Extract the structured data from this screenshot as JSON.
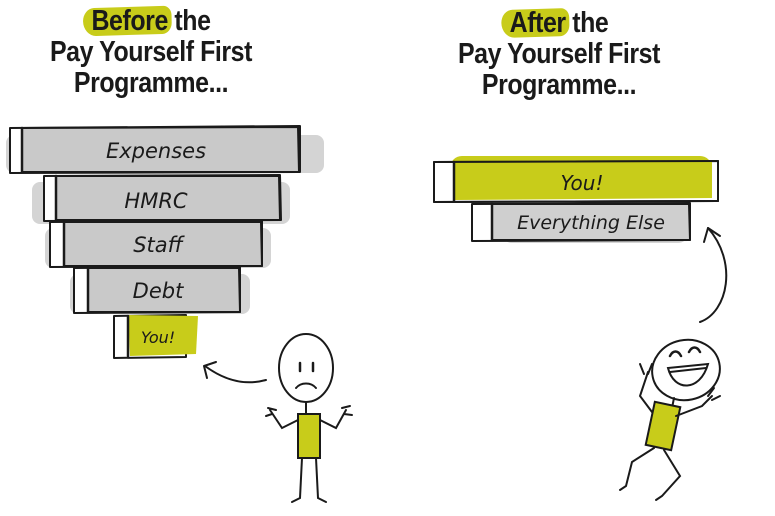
{
  "before": {
    "title_highlight": "Before",
    "title_rest": " the",
    "title_line2": "Pay Yourself First",
    "title_line3": "Programme...",
    "stack": [
      "Expenses",
      "HMRC",
      "Staff",
      "Debt",
      "You!"
    ]
  },
  "after": {
    "title_highlight": "After",
    "title_rest": " the",
    "title_line2": "Pay Yourself First",
    "title_line3": "Programme...",
    "stack": [
      "You!",
      "Everything Else"
    ]
  },
  "colors": {
    "accent": "#c8cc1a",
    "box_fill": "#c9c9c9",
    "box_side": "#ffffff",
    "shadow": "#d4d4d4",
    "ink": "#1a1a1a"
  }
}
